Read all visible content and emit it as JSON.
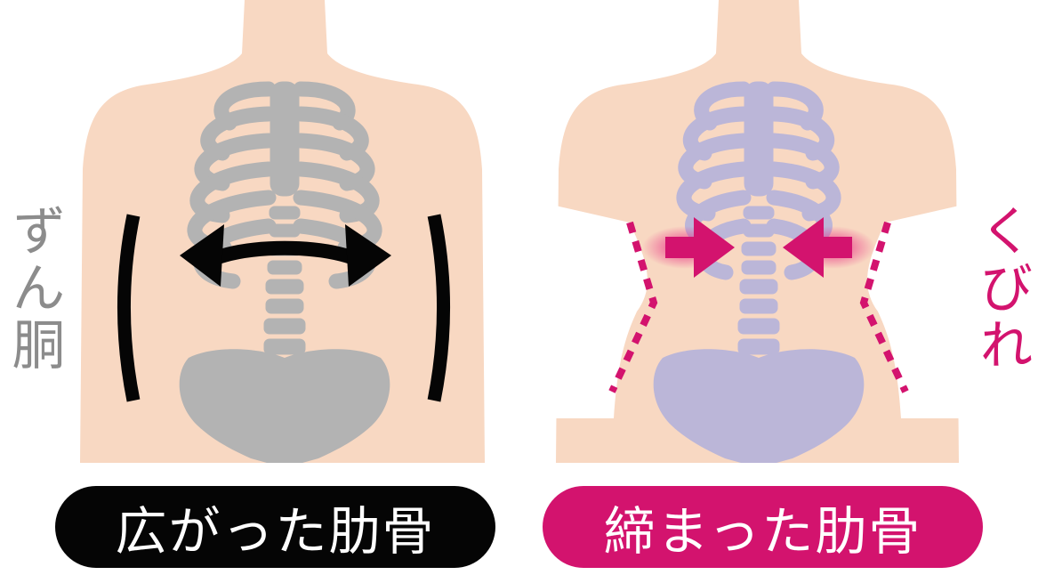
{
  "left_panel": {
    "side_label": "ずん胴",
    "caption": "広がった肋骨"
  },
  "right_panel": {
    "side_label": "くびれ",
    "caption": "締まった肋骨"
  },
  "colors": {
    "skin": "#f8d8c2",
    "bone_left": "#b3b3b3",
    "bone_right": "#bbb6d8",
    "black": "#050505",
    "accent_pink": "#d3136e",
    "gray_text": "#8c8c8c"
  }
}
